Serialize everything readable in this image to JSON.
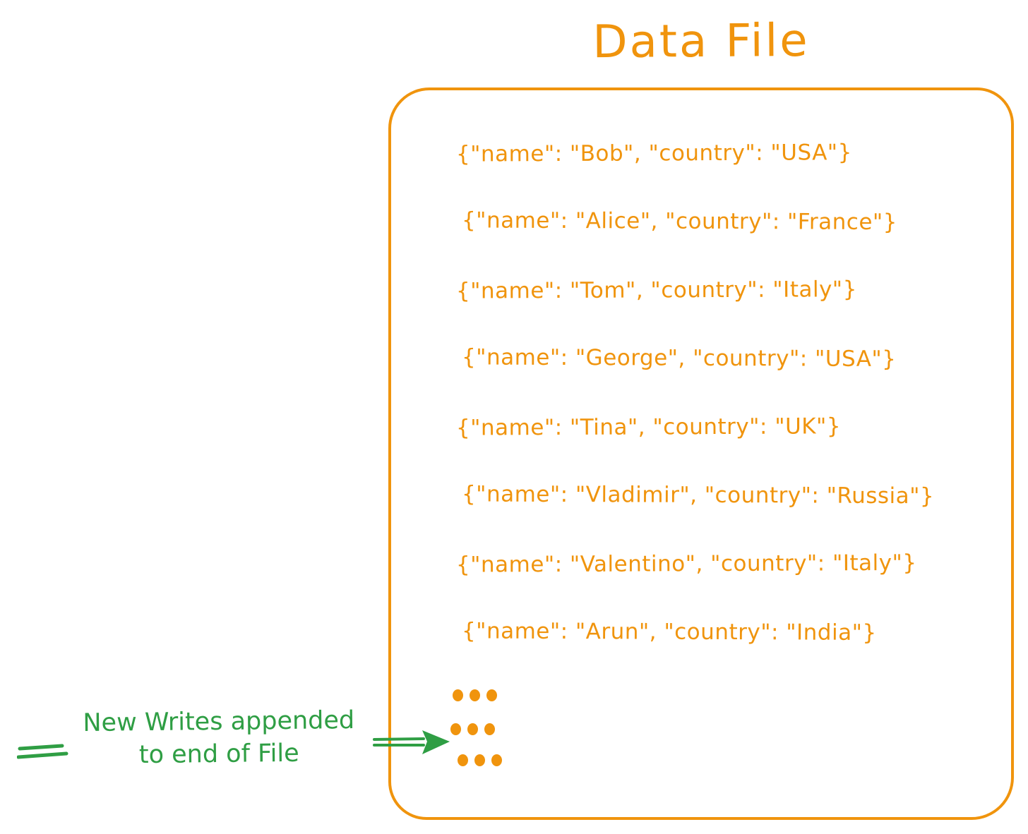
{
  "diagram": {
    "title": "Data File",
    "records": [
      "{\"name\": \"Bob\", \"country\": \"USA\"}",
      "{\"name\": \"Alice\", \"country\": \"France\"}",
      "{\"name\": \"Tom\", \"country\": \"Italy\"}",
      "{\"name\": \"George\", \"country\": \"USA\"}",
      "{\"name\": \"Tina\", \"country\": \"UK\"}",
      "{\"name\": \"Vladimir\", \"country\": \"Russia\"}",
      "{\"name\": \"Valentino\", \"country\": \"Italy\"}",
      "{\"name\": \"Arun\", \"country\": \"India\"}"
    ],
    "ellipsis_row_count": 3,
    "annotation": {
      "line1": "New Writes appended",
      "line2": "to end of File"
    },
    "colors": {
      "orange": "#f0940d",
      "green": "#2f9e44"
    }
  }
}
